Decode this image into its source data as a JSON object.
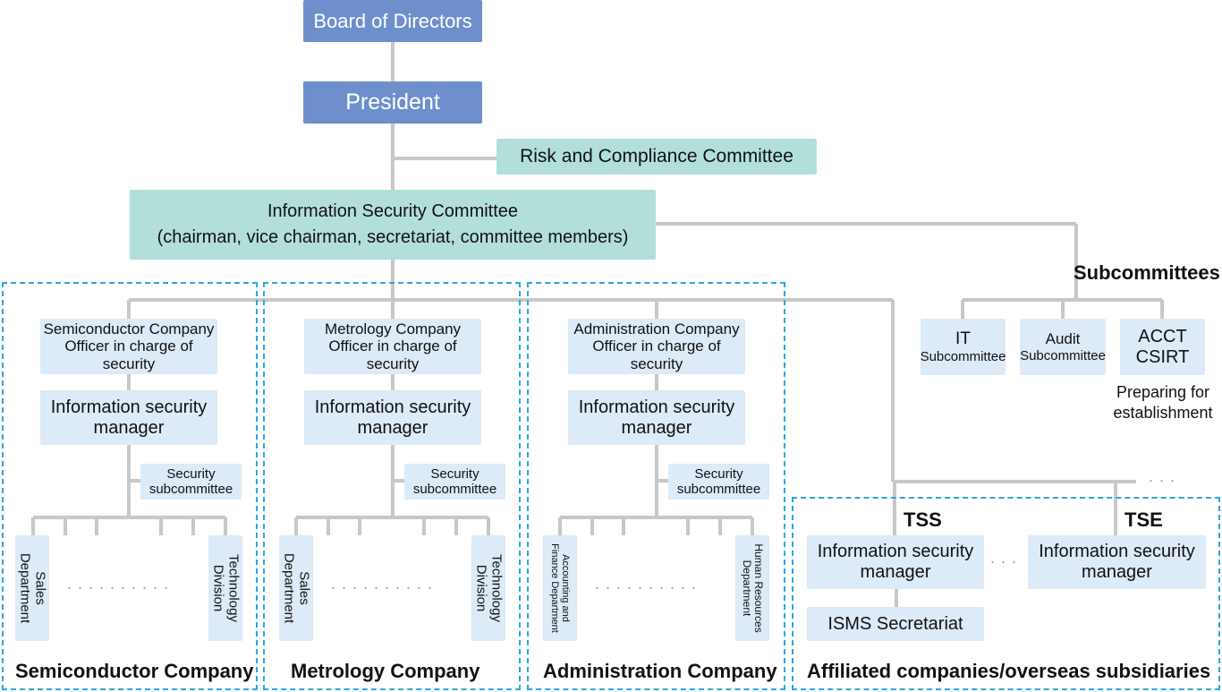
{
  "top": {
    "board": "Board of Directors",
    "president": "President",
    "risk": "Risk and Compliance Committee",
    "isc_line1": "Information Security Committee",
    "isc_line2": "(chairman, vice chairman, secretariat, committee members)"
  },
  "subcommittees": {
    "title": "Subcommittees",
    "it_line1": "IT",
    "it_line2": "Subcommittee",
    "audit_line1": "Audit",
    "audit_line2": "Subcommittee",
    "acct_line1": "ACCT",
    "acct_line2": "CSIRT",
    "note_line1": "Preparing for",
    "note_line2": "establishment"
  },
  "semiconductor": {
    "officer_line1": "Semiconductor Company",
    "officer_line2": "Officer in charge of security",
    "manager_line1": "Information security",
    "manager_line2": "manager",
    "sec_line1": "Security",
    "sec_line2": "subcommittee",
    "dept_left_1": "Sales",
    "dept_left_2": "Department",
    "dept_right_1": "Technology",
    "dept_right_2": "Division",
    "dots": "..........",
    "label": "Semiconductor Company"
  },
  "metrology": {
    "officer_line1": "Metrology Company",
    "officer_line2": "Officer in charge of security",
    "manager_line1": "Information security",
    "manager_line2": "manager",
    "sec_line1": "Security",
    "sec_line2": "subcommittee",
    "dept_left_1": "Sales",
    "dept_left_2": "Department",
    "dept_right_1": "Technology",
    "dept_right_2": "Division",
    "dots": "..........",
    "label": "Metrology Company"
  },
  "administration": {
    "officer_line1": "Administration Company",
    "officer_line2": "Officer in charge of security",
    "manager_line1": "Information security",
    "manager_line2": "manager",
    "sec_line1": "Security",
    "sec_line2": "subcommittee",
    "dept_left_1": "Accounting and",
    "dept_left_2": "Finance Department",
    "dept_right_1": "Human Resources",
    "dept_right_2": "Department",
    "dots": "..........",
    "label": "Administration Company"
  },
  "affiliated": {
    "tss": "TSS",
    "tse": "TSE",
    "tss_mgr_line1": "Information security",
    "tss_mgr_line2": "manager",
    "tse_mgr_line1": "Information security",
    "tse_mgr_line2": "manager",
    "isms": "ISMS Secretariat",
    "dots_mid": "...",
    "dots_top": "...",
    "label": "Affiliated companies/overseas subsidiaries"
  },
  "colors": {
    "primary": "#6e8fcc",
    "committee": "#b3dfdb",
    "unit": "#ddeaf7",
    "connector": "#c8c8c8",
    "group_border": "#29a8e0"
  }
}
